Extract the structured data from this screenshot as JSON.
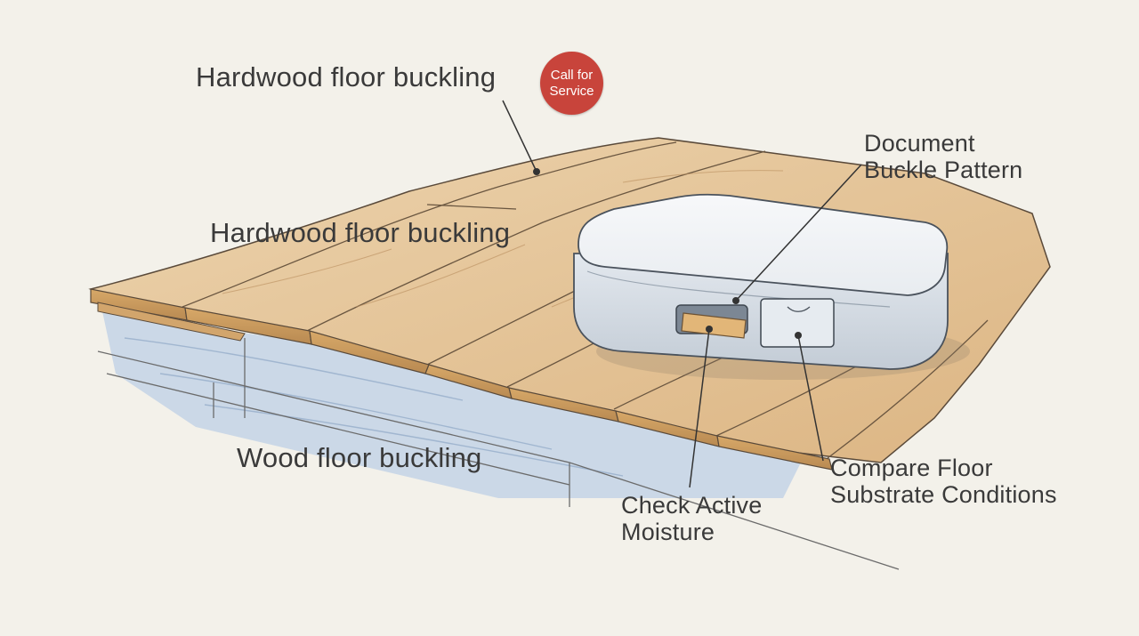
{
  "labels": {
    "top_title": "Hardwood floor buckling",
    "mid_title": "Hardwood floor buckling",
    "bottom_title": "Wood floor buckling",
    "document_line1": "Document",
    "document_line2": "Buckle Pattern",
    "compare_line1": "Compare Floor",
    "compare_line2": "Substrate Conditions",
    "moisture_line1": "Check Active",
    "moisture_line2": "Moisture"
  },
  "badge": {
    "line1": "Call for",
    "line2": "Service",
    "color": "#c8443b"
  },
  "colors": {
    "background": "#f3f1ea",
    "wood": "#e6c9a0",
    "wood_dark": "#c79a63",
    "device": "#eef1f4",
    "water": "#b9cbe0"
  }
}
